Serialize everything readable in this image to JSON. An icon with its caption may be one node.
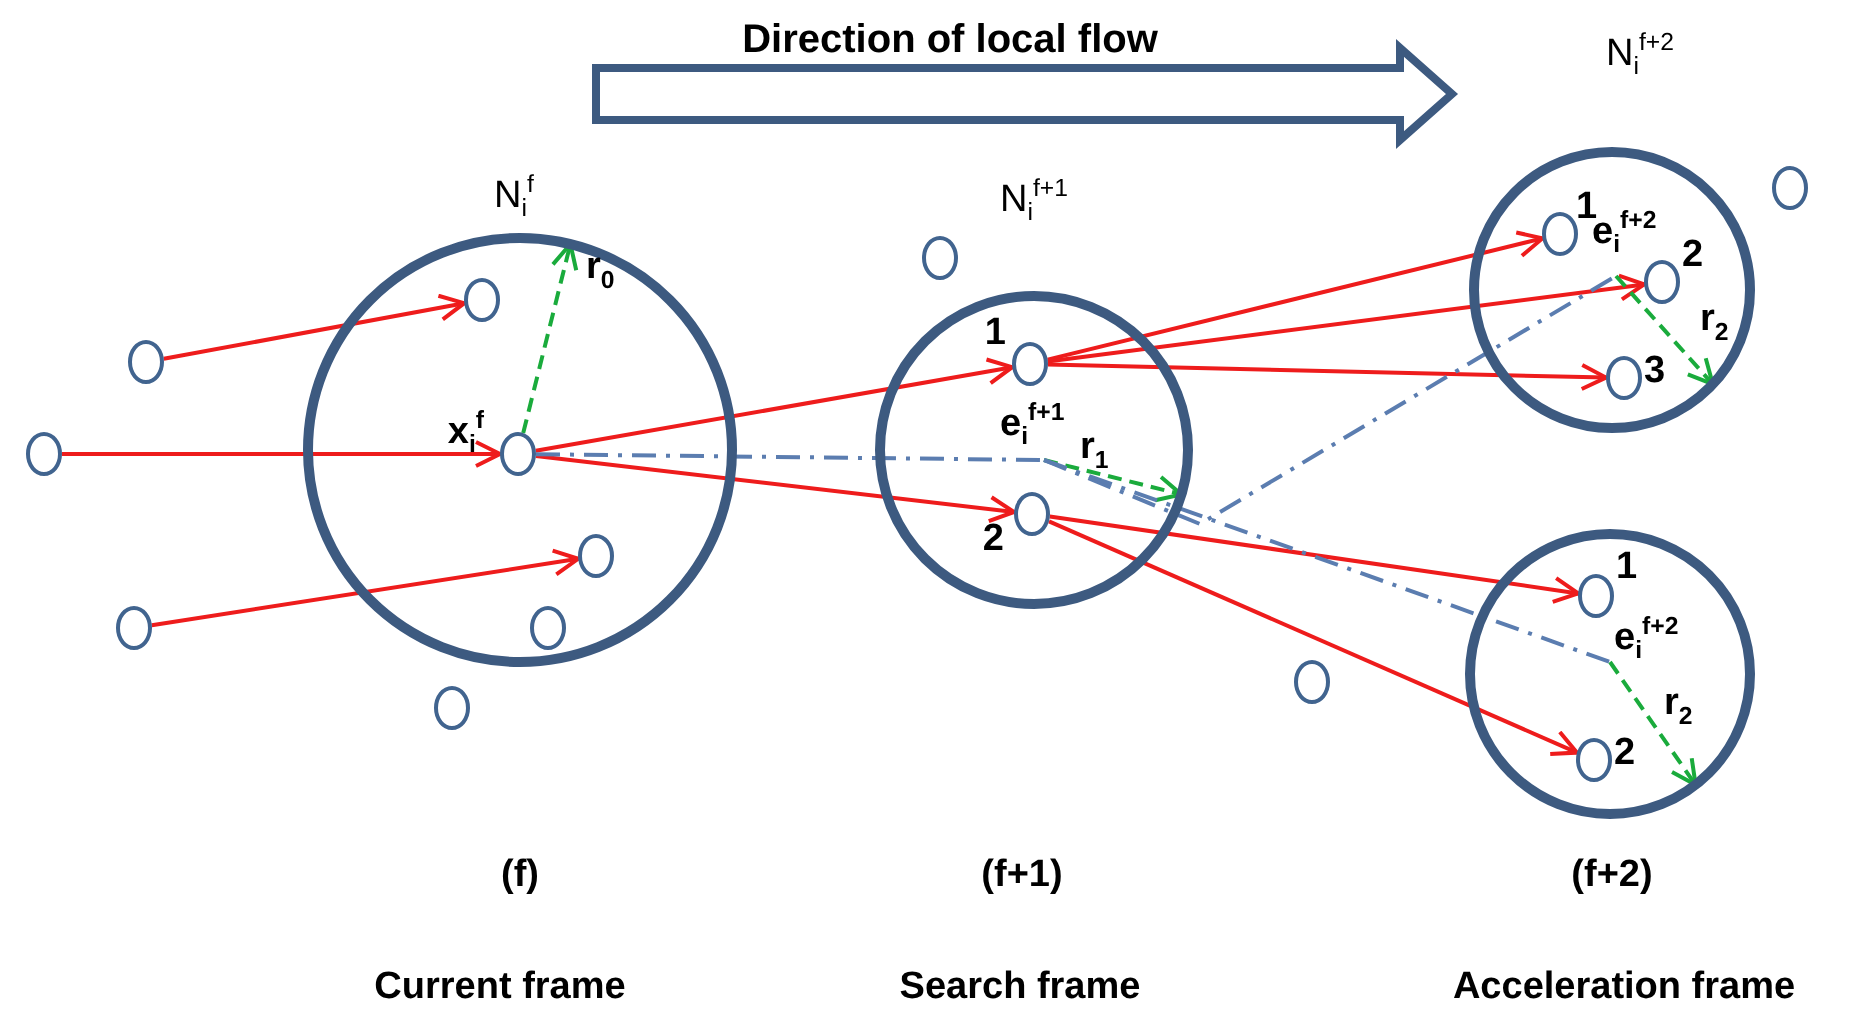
{
  "diagram": {
    "nodes": [
      {
        "text": [],
        "shape": "circle"
      },
      {
        "text": [],
        "shape": "circle"
      },
      {
        "text": [],
        "shape": "circle"
      },
      {
        "text": [
          "N$_{i}$$^{f}$"
        ]
      },
      {
        "text": [],
        "shape": "circle",
        "in": 3
      },
      {
        "text": [],
        "shape": "circle",
        "in": 3,
        "beside": [
          "x$_{i}$$^{f}$"
        ]
      },
      {
        "text": [],
        "shape": "circle",
        "in": 3
      },
      {
        "text": [],
        "shape": "circle",
        "in": 3
      },
      {
        "text": [],
        "shape": "circle"
      },
      {
        "text": [
          "N$_{i}$$^{f+1}$"
        ]
      },
      {
        "text": [],
        "shape": "circle",
        "in": 9,
        "beside": [
          "1"
        ]
      },
      {
        "text": [],
        "shape": "circle",
        "in": 9,
        "beside": [
          "2"
        ]
      },
      {
        "text": [],
        "shape": "circle"
      },
      {
        "text": [],
        "shape": "circle"
      },
      {
        "text": [
          "N$_{i}$$^{f+2}$"
        ]
      },
      {
        "text": [],
        "shape": "circle",
        "in": 14,
        "beside": [
          "1"
        ]
      },
      {
        "text": [],
        "shape": "circle",
        "in": 14,
        "beside": [
          "2"
        ]
      },
      {
        "text": [],
        "shape": "circle",
        "in": 14,
        "beside": [
          "3"
        ]
      },
      {
        "text": [],
        "shape": "circle"
      },
      {
        "text": [],
        "shape": "circle"
      },
      {
        "text": [],
        "shape": "circle",
        "in": 19,
        "beside": [
          "1"
        ]
      },
      {
        "text": [],
        "shape": "circle",
        "in": 19,
        "beside": [
          "2"
        ]
      },
      {
        "text": [
          "e$_{i}$$^{f+1}$"
        ],
        "in": 9
      },
      {
        "text": [
          "e$_{i}$$^{f+2}$"
        ],
        "in": 14
      },
      {
        "text": [
          "e$_{i}$$^{f+2}$"
        ],
        "in": 19
      }
    ],
    "edges": [
      {
        "from": 0,
        "to": 4,
        "arrow": "to"
      },
      {
        "from": 1,
        "to": 5,
        "arrow": "to"
      },
      {
        "from": 2,
        "to": 6,
        "arrow": "to"
      },
      {
        "from": 5,
        "to": 10,
        "arrow": "to"
      },
      {
        "from": 5,
        "to": 11,
        "arrow": "to"
      },
      {
        "from": 10,
        "to": 15,
        "arrow": "to"
      },
      {
        "from": 10,
        "to": 16,
        "arrow": "to"
      },
      {
        "from": 10,
        "to": 17,
        "arrow": "to"
      },
      {
        "from": 11,
        "to": 20,
        "arrow": "to"
      },
      {
        "from": 11,
        "to": 21,
        "arrow": "to"
      },
      {
        "from": 5,
        "to": 3,
        "arrow": "to",
        "style": "dashed",
        "color": "#1aab3c",
        "label": "r$_{0}$"
      },
      {
        "from": 22,
        "to": 9,
        "arrow": "to",
        "style": "dashed",
        "color": "#1aab3c",
        "label": "r$_{1}$"
      },
      {
        "from": 23,
        "to": 14,
        "arrow": "to",
        "style": "dashed",
        "color": "#1aab3c",
        "label": "r$_{2}$"
      },
      {
        "from": 24,
        "to": 19,
        "arrow": "to",
        "style": "dashed",
        "color": "#1aab3c",
        "label": "r$_{2}$"
      },
      {
        "from": 5,
        "to": 22,
        "arrow": "none",
        "style": "dashed",
        "color": "#5b7db0"
      },
      {
        "from": 22,
        "to": 23,
        "arrow": "none",
        "style": "dashed",
        "color": "#5b7db0"
      },
      {
        "from": 22,
        "to": 24,
        "arrow": "none",
        "style": "dashed",
        "color": "#5b7db0"
      }
    ],
    "labels": [
      "Direction of local flow",
      "(f)",
      "(f+1)",
      "(f+2)",
      "Current frame",
      "Search frame",
      "Acceleration frame"
    ]
  }
}
